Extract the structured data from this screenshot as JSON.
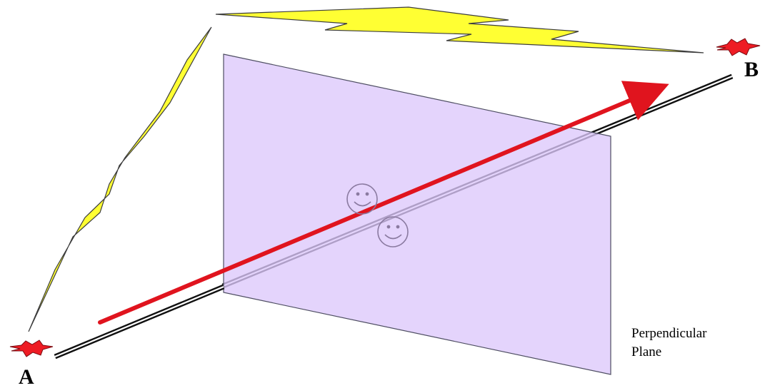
{
  "labels": {
    "point_a": "A",
    "point_b": "B",
    "plane_line1": "Perpendicular",
    "plane_line2": "Plane"
  },
  "colors": {
    "plane_fill": "#e6d6fb",
    "plane_stroke": "#5a5a6e",
    "bolt_fill": "#ffff33",
    "bolt_stroke": "#3c3c3c",
    "arrow": "#e0141e",
    "rail": "#111111",
    "flash_fill": "#ee1c24",
    "face_stroke": "#8a7aa0"
  },
  "icons": [
    "flash-icon-a",
    "flash-icon-b",
    "smiley-face-upper",
    "smiley-face-lower",
    "lightning-bolt-left",
    "lightning-bolt-top",
    "velocity-arrow"
  ]
}
